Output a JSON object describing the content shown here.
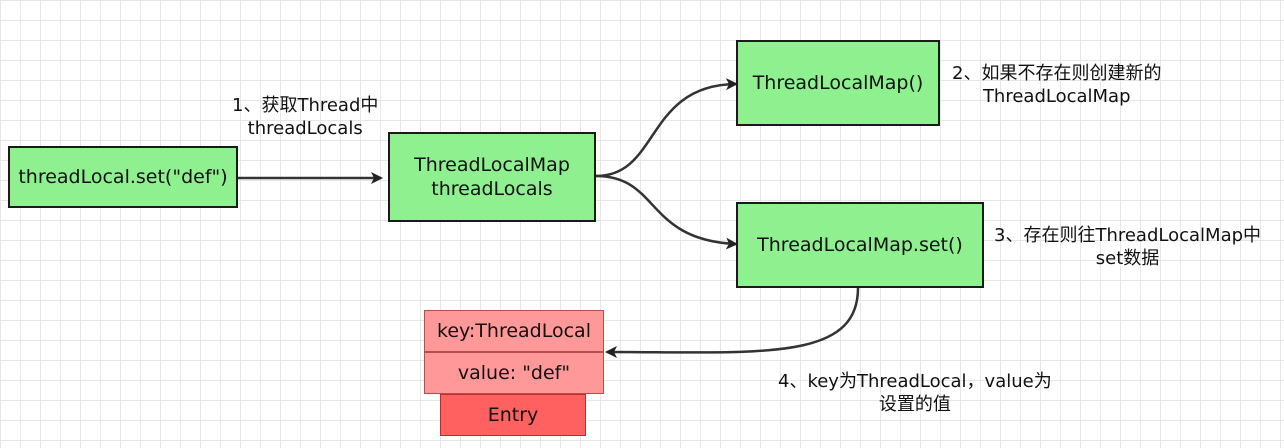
{
  "nodes": {
    "set_call": "threadLocal.set(\"def\")",
    "thread_locals_line1": "ThreadLocalMap",
    "thread_locals_line2": "threadLocals",
    "map_constructor": "ThreadLocalMap()",
    "map_set": "ThreadLocalMap.set()",
    "entry_key": "key:ThreadLocal",
    "entry_value": "value: \"def\"",
    "entry": "Entry"
  },
  "labels": {
    "step1_line1": "1、获取Thread中",
    "step1_line2": "threadLocals",
    "step2_line1": "2、如果不存在则创建新的",
    "step2_line2": "ThreadLocalMap",
    "step3_line1": "3、存在则往ThreadLocalMap中",
    "step3_line2": "set数据",
    "step4_line1": "4、key为ThreadLocal，value为",
    "step4_line2": "设置的值"
  },
  "colors": {
    "node_fill": "#8ff08f",
    "entry_field_fill": "#ff9999",
    "entry_fill": "#ff6060",
    "edge": "#333333"
  }
}
